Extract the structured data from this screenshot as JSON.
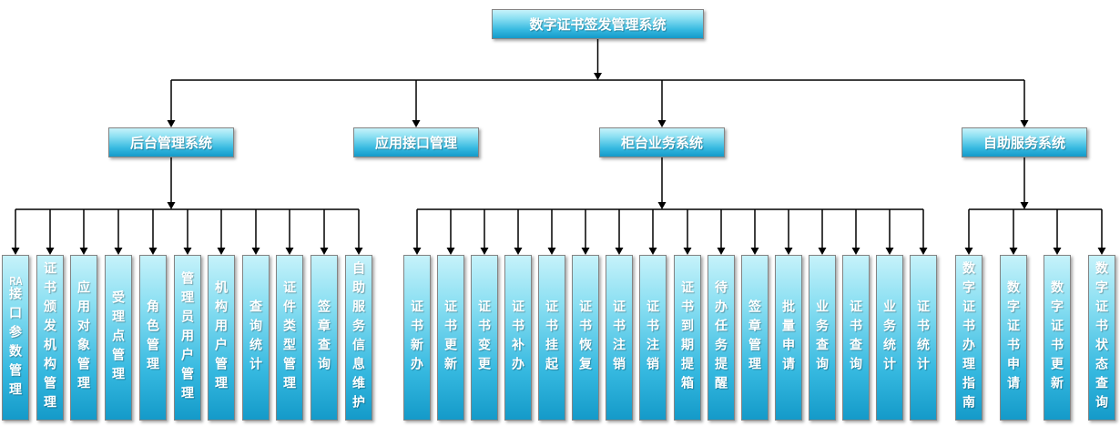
{
  "diagram": {
    "root": {
      "label": "数字证书签发管理系统"
    },
    "branches": [
      {
        "label": "后台管理系统",
        "children": [
          "RA接口参数管理",
          "证书颁发机构管理",
          "应用对象管理",
          "受理点管理",
          "角色管理",
          "管理员用户管理",
          "机构用户管理",
          "查询统计",
          "证件类型管理",
          "签章查询",
          "自助服务信息维护"
        ]
      },
      {
        "label": "应用接口管理",
        "children": []
      },
      {
        "label": "柜台业务系统",
        "children": [
          "证书新办",
          "证书更新",
          "证书变更",
          "证书补办",
          "证书挂起",
          "证书恢复",
          "证书注销",
          "证书注销",
          "证书到期提箱",
          "待办任务提醒",
          "签章管理",
          "批量申请",
          "业务查询",
          "证书查询",
          "业务统计",
          "证书统计"
        ]
      },
      {
        "label": "自助服务系统",
        "children": [
          "数字证书办理指南",
          "数字证书申请",
          "数字证书更新",
          "数字证书状态查询"
        ]
      }
    ]
  },
  "colors": {
    "box_gradient_top": "#c6f2fa",
    "box_gradient_mid1": "#8adff2",
    "box_gradient_mid2": "#36b9e0",
    "box_gradient_bottom": "#149ac9",
    "box_border": "#848484",
    "connector_line": "#000000",
    "label_text": "#ffffff",
    "background": "#ffffff"
  }
}
